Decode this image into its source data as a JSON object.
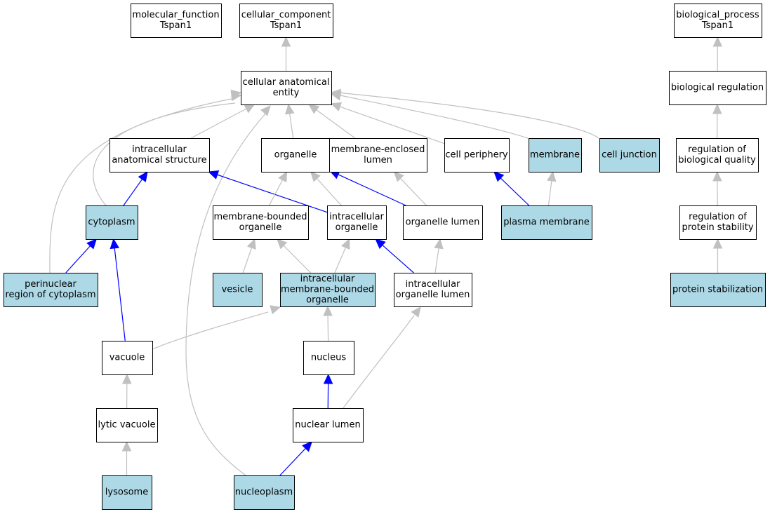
{
  "colors": {
    "annotated_fill": "#add8e6",
    "plain_fill": "#ffffff",
    "is_a_edge": "#c0c0c0",
    "part_of_edge": "#0000ff"
  },
  "nodes": [
    {
      "id": "mf",
      "lines": [
        "molecular_function",
        "Tspan1"
      ],
      "annotated": false
    },
    {
      "id": "cc",
      "lines": [
        "cellular_component",
        "Tspan1"
      ],
      "annotated": false
    },
    {
      "id": "bp",
      "lines": [
        "biological_process",
        "Tspan1"
      ],
      "annotated": false
    },
    {
      "id": "cae",
      "lines": [
        "cellular anatomical",
        "entity"
      ],
      "annotated": false
    },
    {
      "id": "breg",
      "lines": [
        "biological regulation"
      ],
      "annotated": false
    },
    {
      "id": "ias",
      "lines": [
        "intracellular",
        "anatomical structure"
      ],
      "annotated": false
    },
    {
      "id": "org",
      "lines": [
        "organelle"
      ],
      "annotated": false
    },
    {
      "id": "mel",
      "lines": [
        "membrane-enclosed",
        "lumen"
      ],
      "annotated": false
    },
    {
      "id": "cper",
      "lines": [
        "cell periphery"
      ],
      "annotated": false
    },
    {
      "id": "mem",
      "lines": [
        "membrane"
      ],
      "annotated": true
    },
    {
      "id": "cj",
      "lines": [
        "cell junction"
      ],
      "annotated": true
    },
    {
      "id": "rbq",
      "lines": [
        "regulation of",
        "biological quality"
      ],
      "annotated": false
    },
    {
      "id": "cyto",
      "lines": [
        "cytoplasm"
      ],
      "annotated": true
    },
    {
      "id": "mbo",
      "lines": [
        "membrane-bounded",
        "organelle"
      ],
      "annotated": false
    },
    {
      "id": "io",
      "lines": [
        "intracellular",
        "organelle"
      ],
      "annotated": false
    },
    {
      "id": "ol",
      "lines": [
        "organelle lumen"
      ],
      "annotated": false
    },
    {
      "id": "pm",
      "lines": [
        "plasma membrane"
      ],
      "annotated": true
    },
    {
      "id": "rps",
      "lines": [
        "regulation of",
        "protein stability"
      ],
      "annotated": false
    },
    {
      "id": "prc",
      "lines": [
        "perinuclear",
        "region of cytoplasm"
      ],
      "annotated": true
    },
    {
      "id": "ves",
      "lines": [
        "vesicle"
      ],
      "annotated": true
    },
    {
      "id": "imbo",
      "lines": [
        "intracellular",
        "membrane-bounded",
        "organelle"
      ],
      "annotated": true
    },
    {
      "id": "iol",
      "lines": [
        "intracellular",
        "organelle lumen"
      ],
      "annotated": false
    },
    {
      "id": "ps",
      "lines": [
        "protein stabilization"
      ],
      "annotated": true
    },
    {
      "id": "vac",
      "lines": [
        "vacuole"
      ],
      "annotated": false
    },
    {
      "id": "nuc",
      "lines": [
        "nucleus"
      ],
      "annotated": false
    },
    {
      "id": "lv",
      "lines": [
        "lytic vacuole"
      ],
      "annotated": false
    },
    {
      "id": "nl",
      "lines": [
        "nuclear lumen"
      ],
      "annotated": false
    },
    {
      "id": "lys",
      "lines": [
        "lysosome"
      ],
      "annotated": true
    },
    {
      "id": "np",
      "lines": [
        "nucleoplasm"
      ],
      "annotated": true
    }
  ],
  "edges": [
    {
      "from": "cae",
      "to": "cc",
      "kind": "is_a"
    },
    {
      "from": "breg",
      "to": "bp",
      "kind": "is_a"
    },
    {
      "from": "ias",
      "to": "cae",
      "kind": "is_a"
    },
    {
      "from": "org",
      "to": "cae",
      "kind": "is_a"
    },
    {
      "from": "mel",
      "to": "cae",
      "kind": "is_a"
    },
    {
      "from": "cper",
      "to": "cae",
      "kind": "is_a"
    },
    {
      "from": "mem",
      "to": "cae",
      "kind": "is_a"
    },
    {
      "from": "cj",
      "to": "cae",
      "kind": "is_a"
    },
    {
      "from": "cyto",
      "to": "cae",
      "kind": "is_a"
    },
    {
      "from": "prc",
      "to": "cae",
      "kind": "is_a"
    },
    {
      "from": "np",
      "to": "cae",
      "kind": "is_a"
    },
    {
      "from": "rbq",
      "to": "breg",
      "kind": "is_a"
    },
    {
      "from": "rps",
      "to": "rbq",
      "kind": "is_a"
    },
    {
      "from": "ps",
      "to": "rps",
      "kind": "is_a"
    },
    {
      "from": "cyto",
      "to": "ias",
      "kind": "part_of"
    },
    {
      "from": "io",
      "to": "ias",
      "kind": "part_of"
    },
    {
      "from": "mbo",
      "to": "org",
      "kind": "is_a"
    },
    {
      "from": "io",
      "to": "org",
      "kind": "is_a"
    },
    {
      "from": "ol",
      "to": "org",
      "kind": "part_of"
    },
    {
      "from": "ol",
      "to": "mel",
      "kind": "is_a"
    },
    {
      "from": "pm",
      "to": "cper",
      "kind": "part_of"
    },
    {
      "from": "pm",
      "to": "mem",
      "kind": "is_a"
    },
    {
      "from": "prc",
      "to": "cyto",
      "kind": "part_of"
    },
    {
      "from": "vac",
      "to": "cyto",
      "kind": "part_of"
    },
    {
      "from": "ves",
      "to": "mbo",
      "kind": "is_a"
    },
    {
      "from": "imbo",
      "to": "mbo",
      "kind": "is_a"
    },
    {
      "from": "imbo",
      "to": "io",
      "kind": "is_a"
    },
    {
      "from": "iol",
      "to": "io",
      "kind": "part_of"
    },
    {
      "from": "iol",
      "to": "ol",
      "kind": "is_a"
    },
    {
      "from": "vac",
      "to": "imbo",
      "kind": "is_a"
    },
    {
      "from": "nuc",
      "to": "imbo",
      "kind": "is_a"
    },
    {
      "from": "nl",
      "to": "iol",
      "kind": "is_a"
    },
    {
      "from": "nl",
      "to": "nuc",
      "kind": "part_of"
    },
    {
      "from": "lv",
      "to": "vac",
      "kind": "is_a"
    },
    {
      "from": "lys",
      "to": "lv",
      "kind": "is_a"
    },
    {
      "from": "np",
      "to": "nl",
      "kind": "part_of"
    }
  ]
}
